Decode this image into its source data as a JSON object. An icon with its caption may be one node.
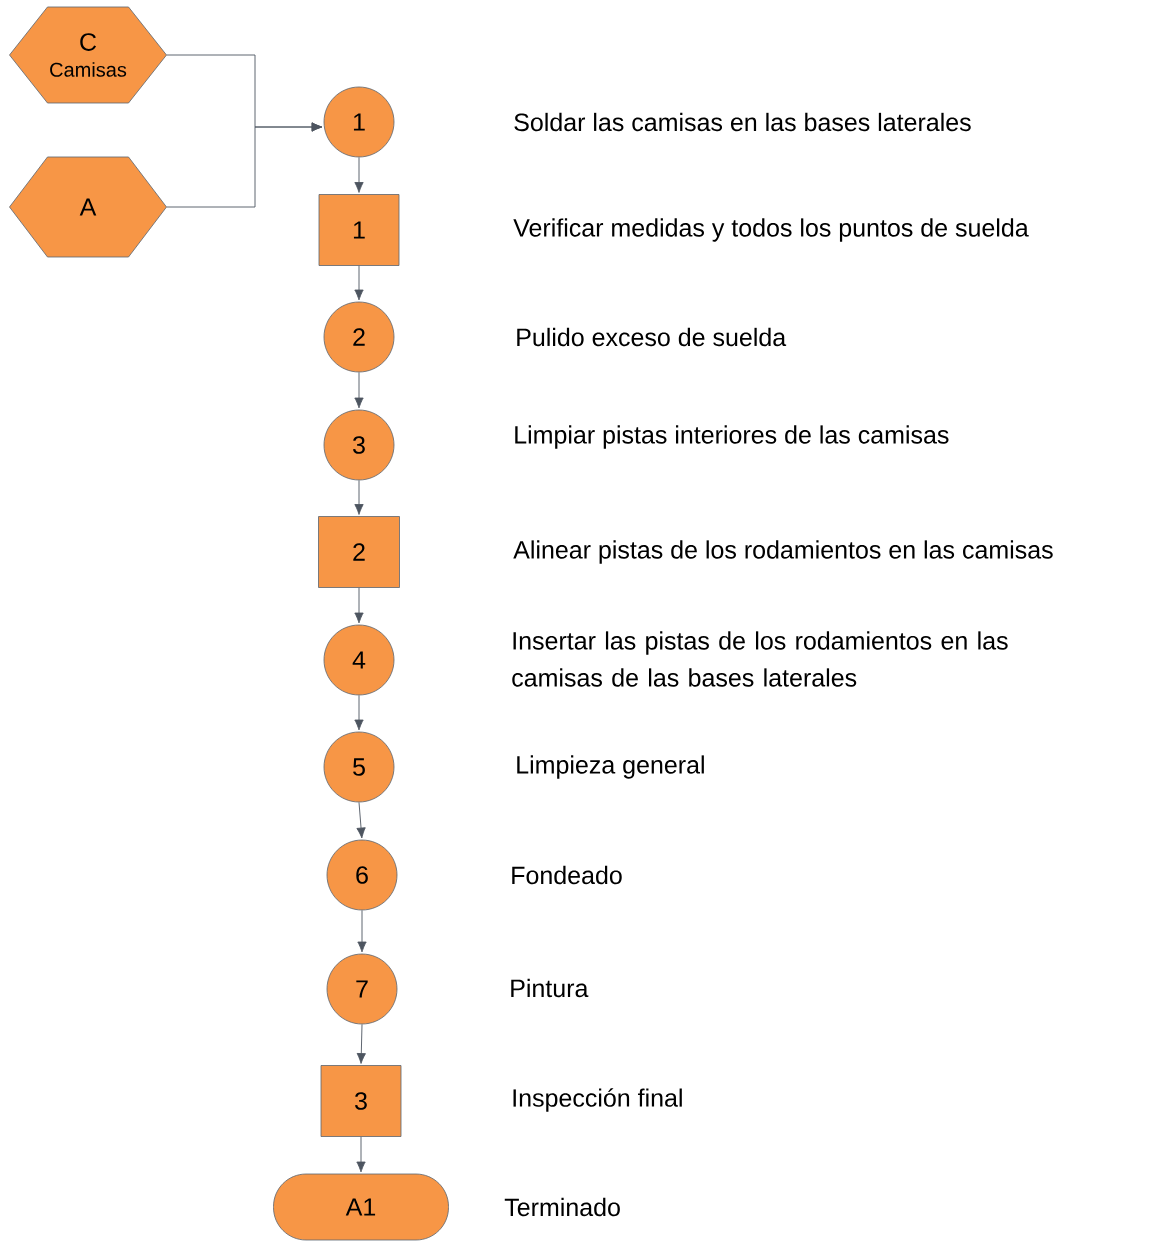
{
  "diagram": {
    "nodes": [
      {
        "text": [
          "C",
          "Camisas"
        ]
      },
      {
        "text": [
          "A"
        ]
      },
      {
        "text": [
          "1"
        ]
      },
      {
        "text": [
          "1"
        ]
      },
      {
        "text": [
          "2"
        ]
      },
      {
        "text": [
          "3"
        ]
      },
      {
        "text": [
          "2"
        ]
      },
      {
        "text": [
          "4"
        ]
      },
      {
        "text": [
          "5"
        ]
      },
      {
        "text": [
          "6"
        ]
      },
      {
        "text": [
          "7"
        ]
      },
      {
        "text": [
          "3"
        ]
      },
      {
        "text": [
          "A1"
        ]
      }
    ],
    "edges": [
      {
        "from": 0,
        "to": 2,
        "arrow": "to"
      },
      {
        "from": 1,
        "to": 2,
        "arrow": "to"
      },
      {
        "from": 2,
        "to": 3,
        "arrow": "to"
      },
      {
        "from": 3,
        "to": 4,
        "arrow": "to"
      },
      {
        "from": 4,
        "to": 5,
        "arrow": "to"
      },
      {
        "from": 5,
        "to": 6,
        "arrow": "to"
      },
      {
        "from": 6,
        "to": 7,
        "arrow": "to"
      },
      {
        "from": 7,
        "to": 8,
        "arrow": "to"
      },
      {
        "from": 8,
        "to": 9,
        "arrow": "to"
      },
      {
        "from": 9,
        "to": 10,
        "arrow": "to"
      },
      {
        "from": 10,
        "to": 11,
        "arrow": "to"
      },
      {
        "from": 11,
        "to": 12,
        "arrow": "to"
      }
    ],
    "labels": [
      "Soldar las camisas en las bases laterales",
      "Verificar medidas y todos los puntos de suelda",
      "Pulido exceso de suelda",
      "Limpiar pistas interiores de las camisas",
      "Alinear pistas de los rodamientos en las camisas",
      "Insertar las pistas de los rodamientos en las camisas de las bases laterales",
      "Limpieza general",
      "Fondeado",
      "Pintura",
      "Inspección final",
      "Terminado"
    ]
  }
}
